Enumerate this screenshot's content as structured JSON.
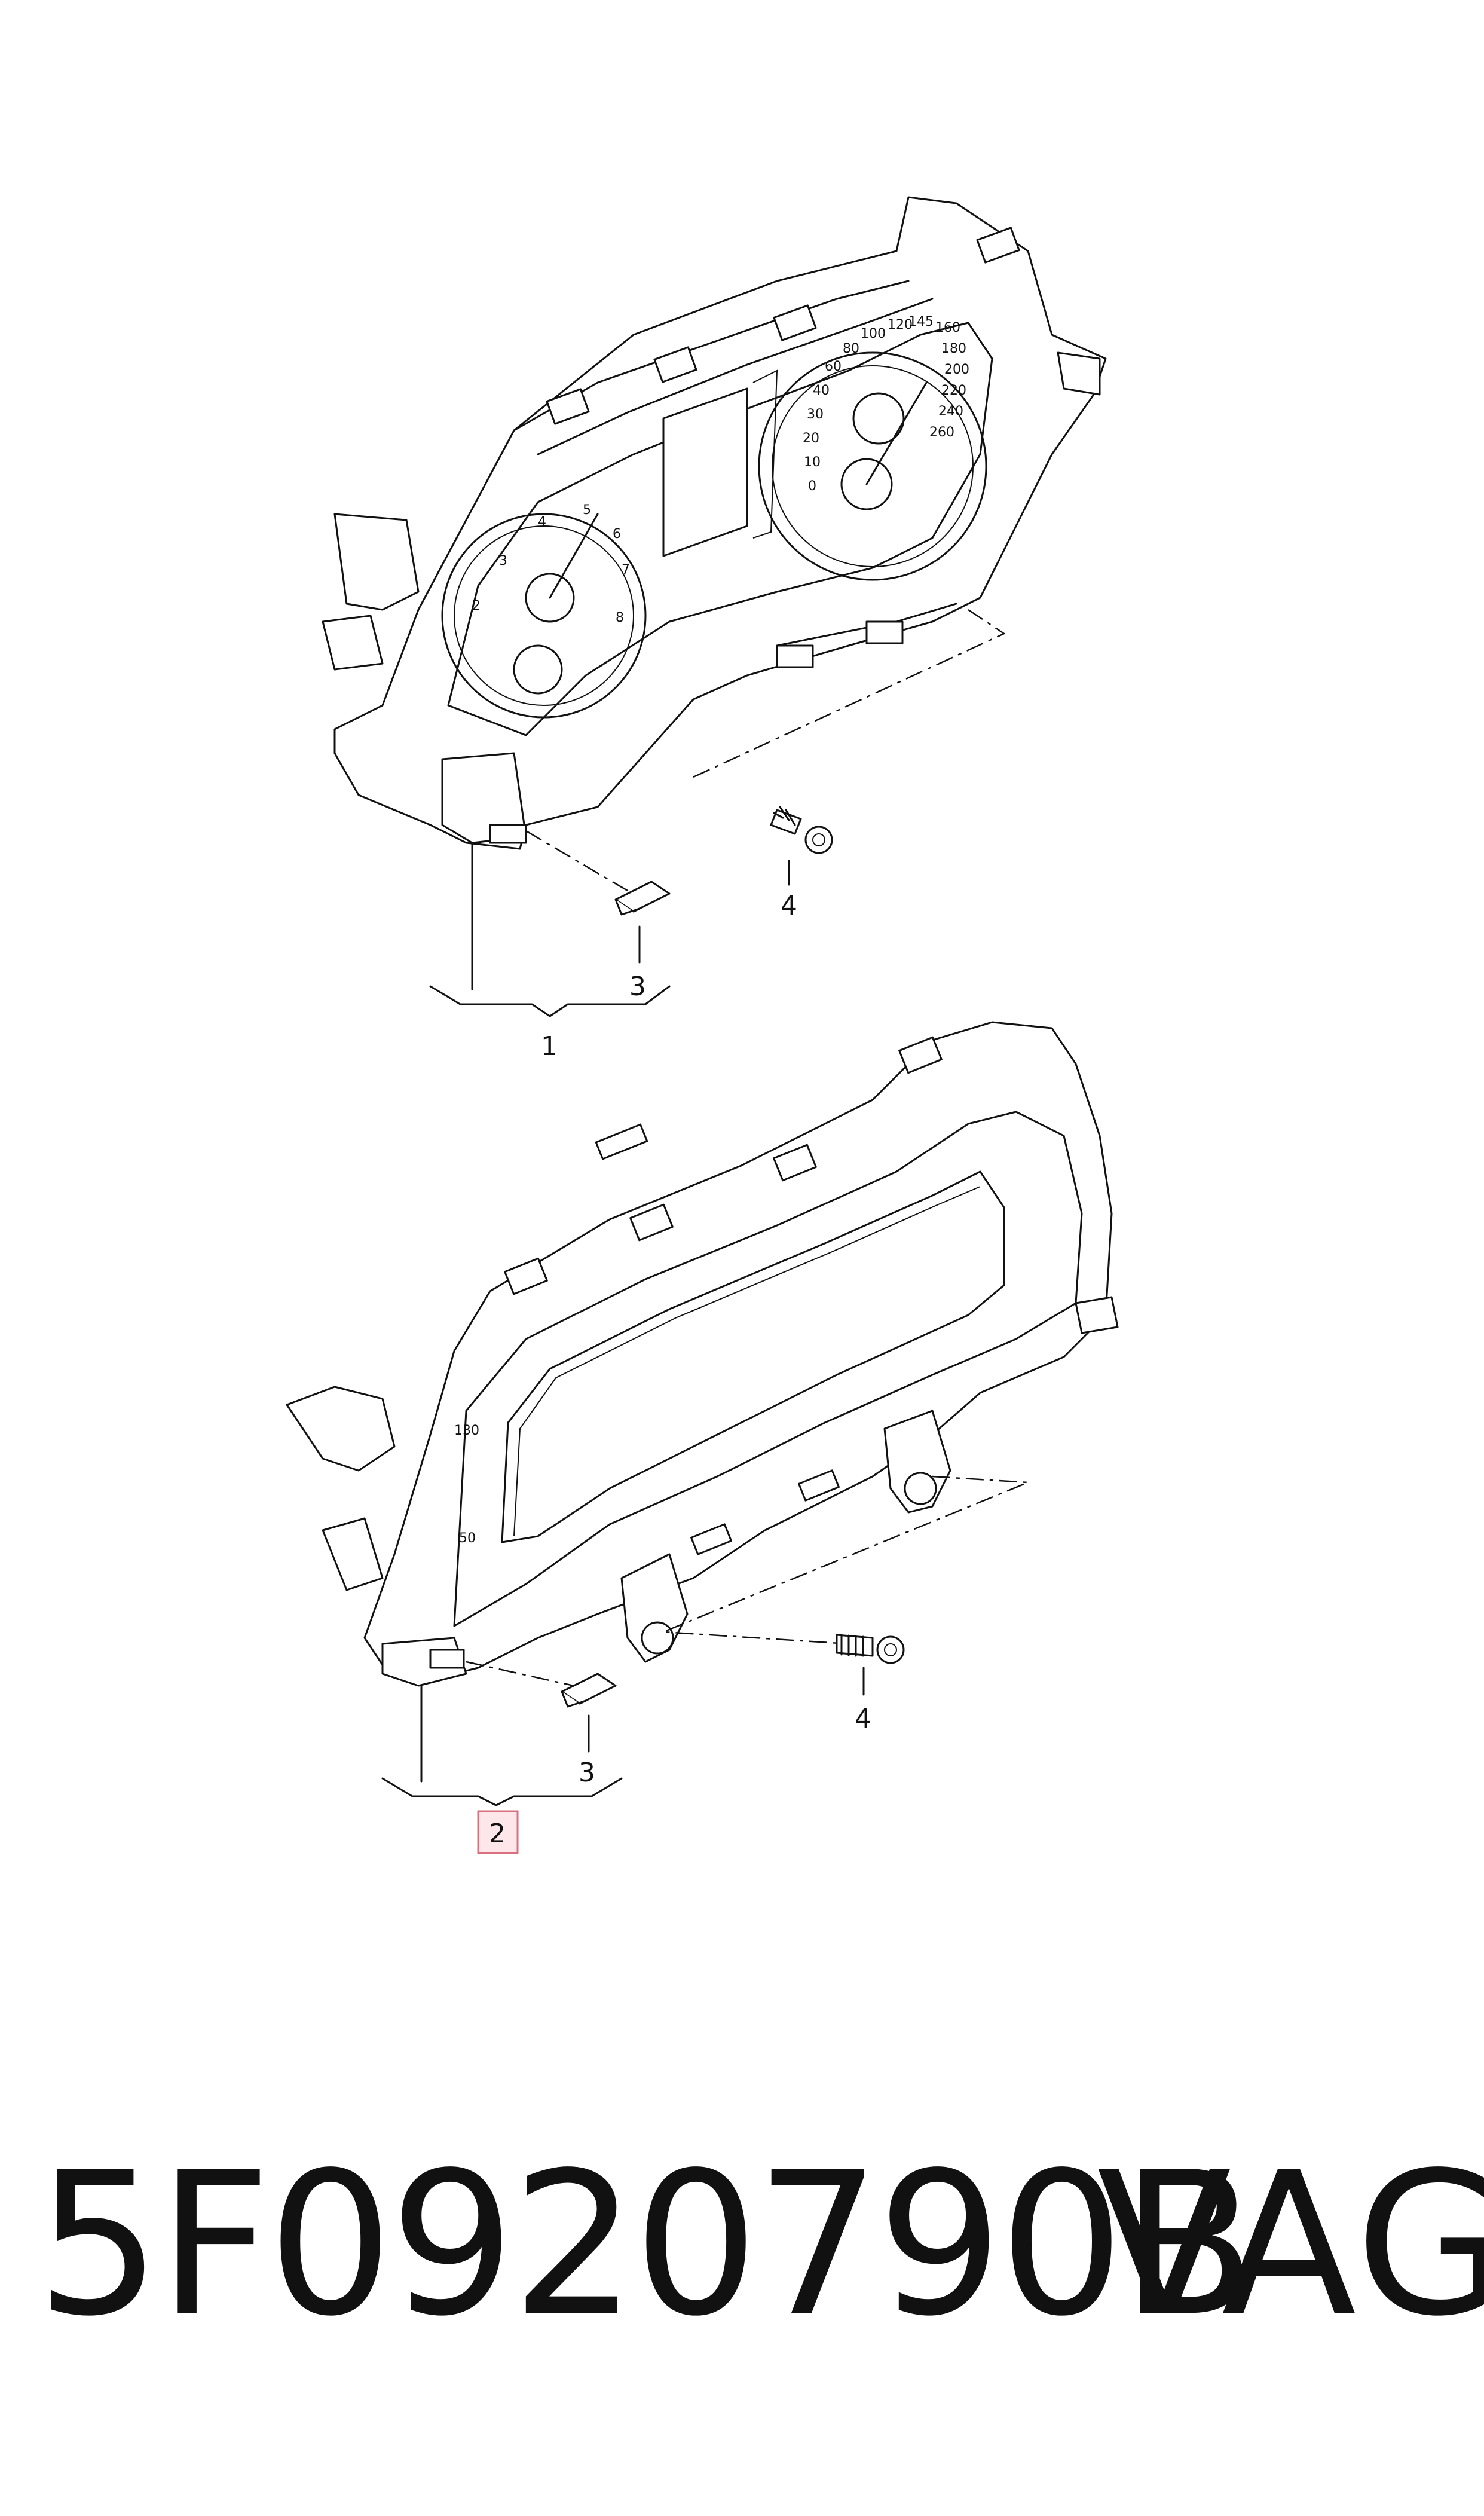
{
  "diagram": {
    "callouts": {
      "assembly_analog": "1",
      "assembly_digital": "2",
      "clip_top": "3",
      "screw_top": "4",
      "clip_bottom": "3",
      "screw_bottom": "4"
    },
    "highlight_color": "#fde7ea",
    "highlight_border": "#d9707f",
    "speedometer_scale": [
      "0",
      "10",
      "20",
      "30",
      "40",
      "60",
      "80",
      "100",
      "120",
      "145",
      "160",
      "180",
      "200",
      "220",
      "240",
      "260"
    ],
    "tachometer_scale": [
      "2",
      "3",
      "4",
      "5",
      "6",
      "7",
      "8"
    ],
    "digital_scale": [
      "130",
      "50"
    ]
  },
  "footer": {
    "part_number": "5F0920790B",
    "brand": "VAG"
  }
}
